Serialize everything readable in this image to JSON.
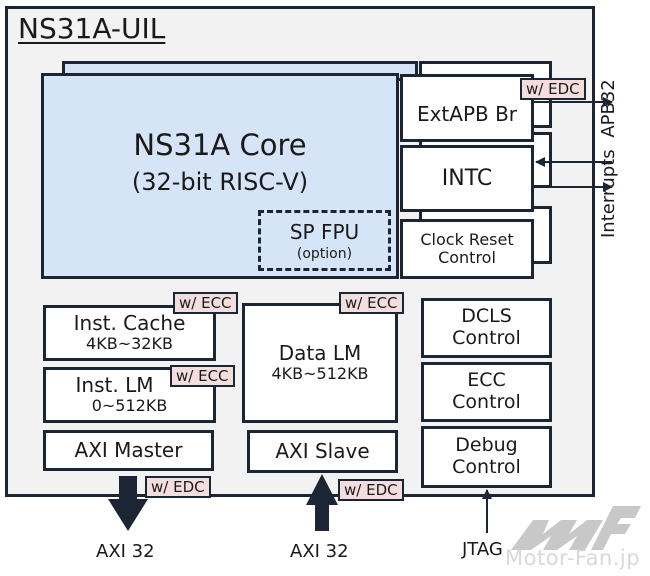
{
  "diagram": {
    "title": "NS31A-UIL",
    "core": {
      "title": "NS31A Core",
      "subtitle": "(32-bit RISC-V)"
    },
    "fpu": {
      "title": "SP FPU",
      "subtitle": "(option)"
    },
    "peripherals_right": [
      {
        "label": "ExtAPB Br",
        "tag": "w/ EDC"
      },
      {
        "label": "INTC"
      },
      {
        "line1": "Clock Reset",
        "line2": "Control"
      }
    ],
    "memory": {
      "inst_cache": {
        "line1": "Inst. Cache",
        "line2": "4KB~32KB",
        "tag": "w/ ECC"
      },
      "inst_lm": {
        "line1": "Inst. LM",
        "line2": "0~512KB",
        "tag": "w/ ECC"
      },
      "data_lm": {
        "line1": "Data LM",
        "line2": "4KB~512KB",
        "tag": "w/ ECC"
      }
    },
    "bus": {
      "axi_master": {
        "label": "AXI Master",
        "tag": "w/ EDC",
        "external": "AXI 32"
      },
      "axi_slave": {
        "label": "AXI Slave",
        "tag": "w/ EDC",
        "external": "AXI 32"
      }
    },
    "controls": [
      {
        "line1": "DCLS",
        "line2": "Control"
      },
      {
        "line1": "ECC",
        "line2": "Control"
      },
      {
        "line1": "Debug",
        "line2": "Control",
        "external": "JTAG"
      }
    ],
    "external_signals": {
      "apb": "APB32",
      "interrupts": "Interrupts"
    },
    "watermark": "Motor-Fan.jp",
    "colors": {
      "core_fill": "#d6e4f7",
      "tag_fill": "#f3dedd",
      "stroke": "#1c2533",
      "background": "#f2f2f2"
    }
  }
}
